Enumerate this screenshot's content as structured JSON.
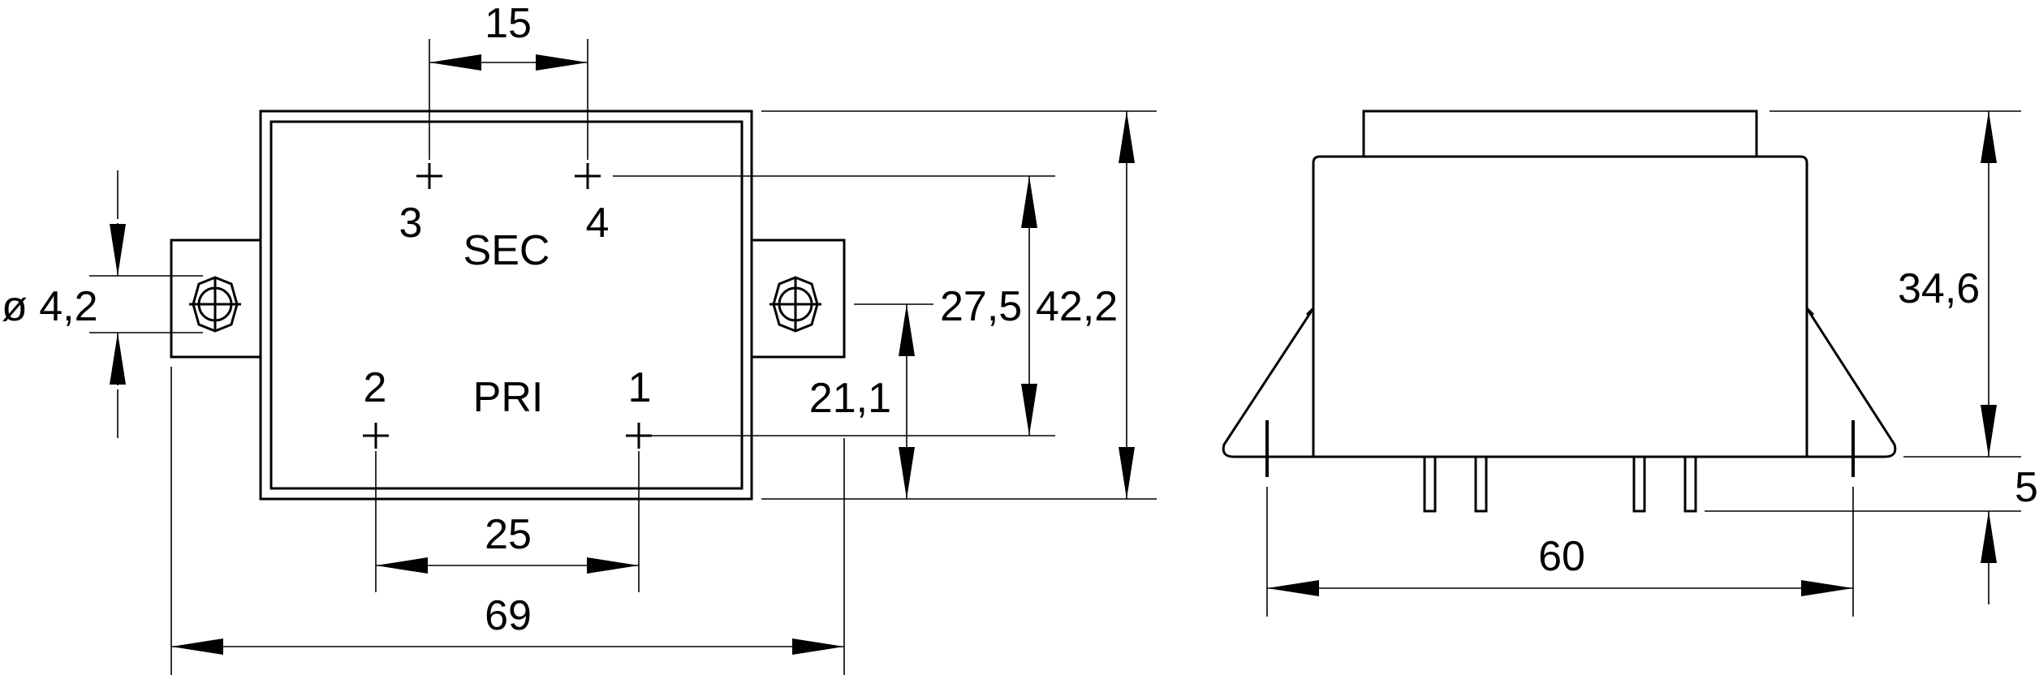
{
  "colors": {
    "line": "#000000",
    "background": "#ffffff"
  },
  "top_view": {
    "dim_top": "15",
    "terminal_3": "3",
    "terminal_4": "4",
    "sec_label": "SEC",
    "terminal_2": "2",
    "terminal_1": "1",
    "pri_label": "PRI",
    "hole_dia": "ø 4,2",
    "dim_275": "27,5",
    "dim_422": "42,2",
    "dim_211": "21,1",
    "dim_bottom_inner": "25",
    "dim_bottom_outer": "69"
  },
  "side_view": {
    "dim_height": "34,6",
    "dim_pins": "5",
    "dim_width": "60"
  }
}
